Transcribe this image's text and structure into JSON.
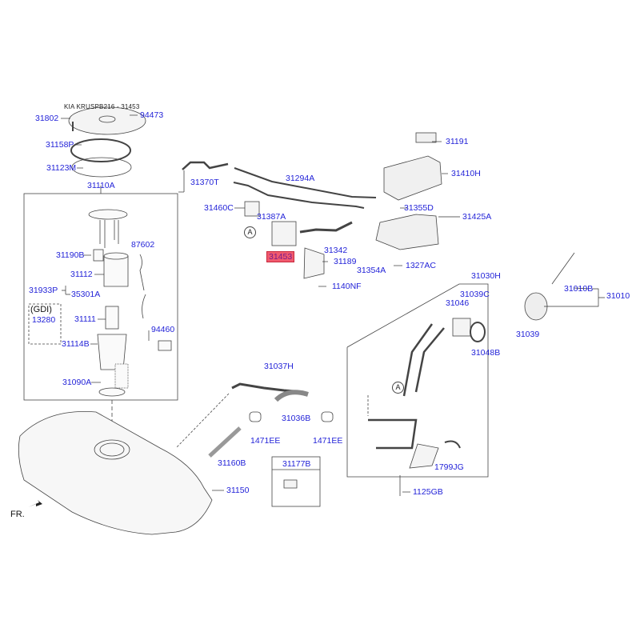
{
  "caption": "KIA KRUSPB216 - 31453",
  "direction_label": "FR.",
  "gdi_label": "(GDI)",
  "ref_marker": "A",
  "highlight_color": "#f05a6e",
  "label_color": "#2323d8",
  "inset_box_title": "31177B",
  "parts": {
    "p31802": "31802",
    "p94473": "94473",
    "p31158P": "31158P",
    "p31123M": "31123M",
    "p31110A": "31110A",
    "p31190B": "31190B",
    "p87602": "87602",
    "p31112": "31112",
    "p31933P": "31933P",
    "p35301A": "35301A",
    "p13280": "13280",
    "p31111": "31111",
    "p94460": "94460",
    "p31114B": "31114B",
    "p31090A": "31090A",
    "p31370T": "31370T",
    "p31294A": "31294A",
    "p31460C": "31460C",
    "p31387A": "31387A",
    "p31453": "31453",
    "p31342": "31342",
    "p31189": "31189",
    "p1140NF": "1140NF",
    "p31191": "31191",
    "p31410H": "31410H",
    "p31355D": "31355D",
    "p31425A": "31425A",
    "p31354A": "31354A",
    "p1327AC": "1327AC",
    "p31030H": "31030H",
    "p31039C": "31039C",
    "p31046": "31046",
    "p31010B": "31010B",
    "p31010": "31010",
    "p31039": "31039",
    "p31048B": "31048B",
    "p31037H": "31037H",
    "p31036B": "31036B",
    "p1471EE_a": "1471EE",
    "p1471EE_b": "1471EE",
    "p31160B": "31160B",
    "p31150": "31150",
    "p1799JG": "1799JG",
    "p1125GB": "1125GB"
  }
}
